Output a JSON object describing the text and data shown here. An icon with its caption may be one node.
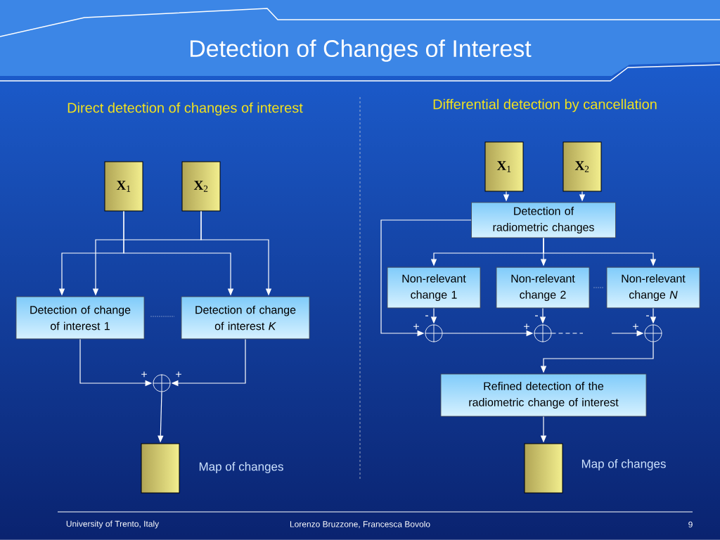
{
  "diagram": {
    "title": "Detection of Changes of Interest",
    "nodes": [
      {
        "text": [
          "**X**$_{1}$"
        ]
      },
      {
        "text": [
          "**X**$_{2}$"
        ]
      },
      {
        "text": [
          "Detection of change of interest 1"
        ]
      },
      {
        "text": [
          "Detection of change of interest *K*"
        ]
      },
      {
        "text": [],
        "shape": "circle"
      },
      {
        "text": [],
        "shape": "box",
        "beside": [
          "Map of changes"
        ]
      },
      {
        "text": [
          "**X**$_{1}$"
        ]
      },
      {
        "text": [
          "**X**$_{2}$"
        ]
      },
      {
        "text": [
          "Detection of radiometric changes"
        ]
      },
      {
        "text": [
          "Non-relevant change 1"
        ]
      },
      {
        "text": [
          "Non-relevant change 2"
        ]
      },
      {
        "text": [
          "Non-relevant change *N*"
        ]
      },
      {
        "text": [],
        "shape": "circle"
      },
      {
        "text": [],
        "shape": "circle"
      },
      {
        "text": [],
        "shape": "circle"
      },
      {
        "text": [
          "Refined detection of the radiometric change of interest"
        ]
      },
      {
        "text": [],
        "shape": "box",
        "beside": [
          "Map of changes"
        ]
      }
    ],
    "edges": [
      {
        "from": 0,
        "to": 2,
        "arrow": "to"
      },
      {
        "from": 0,
        "to": 3,
        "arrow": "to"
      },
      {
        "from": 1,
        "to": 2,
        "arrow": "to"
      },
      {
        "from": 1,
        "to": 3,
        "arrow": "to"
      },
      {
        "from": 2,
        "to": 4,
        "arrow": "to",
        "label": "+"
      },
      {
        "from": 3,
        "to": 4,
        "arrow": "to",
        "label": "+"
      },
      {
        "from": 4,
        "to": 5,
        "arrow": "to"
      },
      {
        "from": 6,
        "to": 8,
        "arrow": "to"
      },
      {
        "from": 7,
        "to": 8,
        "arrow": "to"
      },
      {
        "from": 8,
        "to": 9,
        "arrow": "to"
      },
      {
        "from": 8,
        "to": 10,
        "arrow": "to"
      },
      {
        "from": 8,
        "to": 11,
        "arrow": "to"
      },
      {
        "from": 8,
        "to": 12,
        "arrow": "to",
        "label": "+"
      },
      {
        "from": 9,
        "to": 12,
        "arrow": "to",
        "label": "-"
      },
      {
        "from": 12,
        "to": 13,
        "arrow": "to",
        "label": "+"
      },
      {
        "from": 10,
        "to": 13,
        "arrow": "to",
        "label": "-"
      },
      {
        "from": 13,
        "to": null,
        "arrow": "none",
        "style": "dashed"
      },
      {
        "from": null,
        "to": 14,
        "arrow": "to",
        "label": "+"
      },
      {
        "from": 11,
        "to": 14,
        "arrow": "to",
        "label": "-"
      },
      {
        "from": 14,
        "to": 15,
        "arrow": "to"
      },
      {
        "from": 15,
        "to": 16,
        "arrow": "to"
      }
    ],
    "labels": [
      "Direct detection of changes of interest",
      "Differential detection by cancellation",
      "University of Trento, Italy",
      "Lorenzo Bruzzone, Francesca Bovolo",
      "9"
    ]
  }
}
